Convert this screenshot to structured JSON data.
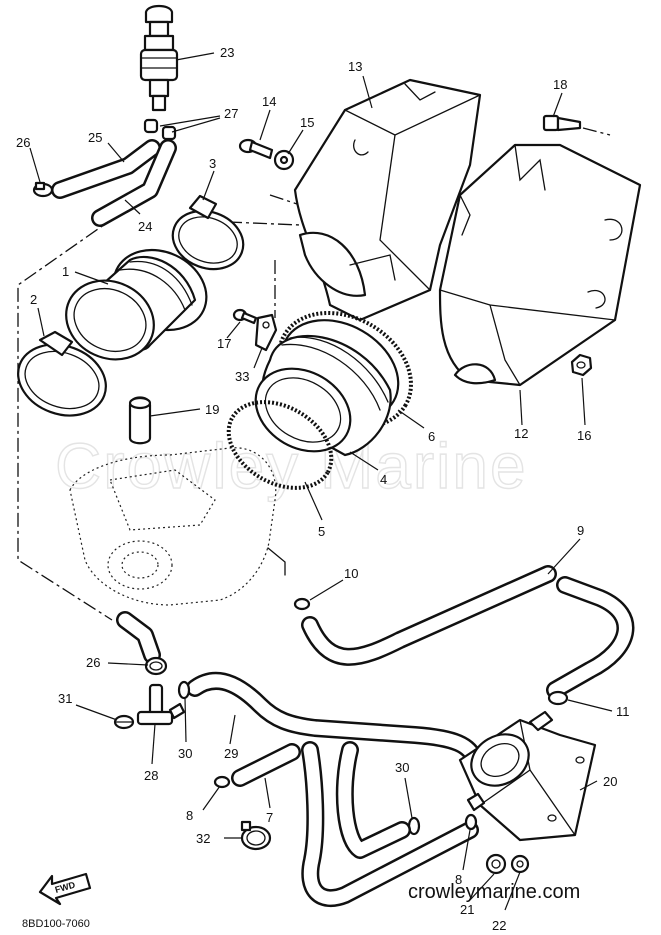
{
  "diagram": {
    "watermark": "Crowley Marine",
    "website": "crowleymarine.com",
    "drawing_code": "8BD100-7060",
    "direction_label": "FWD",
    "callouts": [
      {
        "id": "c1",
        "label": "1"
      },
      {
        "id": "c2",
        "label": "2"
      },
      {
        "id": "c3",
        "label": "3"
      },
      {
        "id": "c4",
        "label": "4"
      },
      {
        "id": "c5",
        "label": "5"
      },
      {
        "id": "c6",
        "label": "6"
      },
      {
        "id": "c7",
        "label": "7"
      },
      {
        "id": "c8a",
        "label": "8"
      },
      {
        "id": "c8b",
        "label": "8"
      },
      {
        "id": "c9",
        "label": "9"
      },
      {
        "id": "c10",
        "label": "10"
      },
      {
        "id": "c11",
        "label": "11"
      },
      {
        "id": "c12",
        "label": "12"
      },
      {
        "id": "c13",
        "label": "13"
      },
      {
        "id": "c14",
        "label": "14"
      },
      {
        "id": "c15",
        "label": "15"
      },
      {
        "id": "c16",
        "label": "16"
      },
      {
        "id": "c17",
        "label": "17"
      },
      {
        "id": "c18",
        "label": "18"
      },
      {
        "id": "c19",
        "label": "19"
      },
      {
        "id": "c20",
        "label": "20"
      },
      {
        "id": "c21",
        "label": "21"
      },
      {
        "id": "c22",
        "label": "22"
      },
      {
        "id": "c23",
        "label": "23"
      },
      {
        "id": "c24",
        "label": "24"
      },
      {
        "id": "c25",
        "label": "25"
      },
      {
        "id": "c26a",
        "label": "26"
      },
      {
        "id": "c26b",
        "label": "26"
      },
      {
        "id": "c27",
        "label": "27"
      },
      {
        "id": "c28",
        "label": "28"
      },
      {
        "id": "c29",
        "label": "29"
      },
      {
        "id": "c30a",
        "label": "30"
      },
      {
        "id": "c30b",
        "label": "30"
      },
      {
        "id": "c31",
        "label": "31"
      },
      {
        "id": "c32",
        "label": "32"
      },
      {
        "id": "c33",
        "label": "33"
      }
    ]
  }
}
